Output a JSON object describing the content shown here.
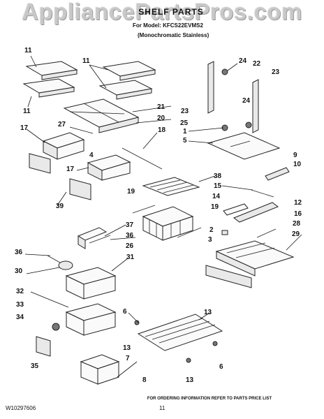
{
  "header": {
    "watermark": "AppliancePartsPros.com",
    "title": "SHELF PARTS",
    "model": "For Model: KFCS22EVMS2",
    "subtitle": "(Monochromatic Stainless)"
  },
  "callouts": {
    "c11a": "11",
    "c11b": "11",
    "c11c": "11",
    "c24a": "24",
    "c22": "22",
    "c23a": "23",
    "c21": "21",
    "c27": "27",
    "c20": "20",
    "c17a": "17",
    "c18": "18",
    "c23b": "23",
    "c24b": "24",
    "c25": "25",
    "c1": "1",
    "c5": "5",
    "c4": "4",
    "c9": "9",
    "c10": "10",
    "c17b": "17",
    "c38": "38",
    "c39": "39",
    "c15": "15",
    "c19a": "19",
    "c14": "14",
    "c12": "12",
    "c19b": "19",
    "c16": "16",
    "c37": "37",
    "c28": "28",
    "c2": "2",
    "c36a": "36",
    "c3": "3",
    "c29": "29",
    "c26": "26",
    "c36b": "36",
    "c30": "30",
    "c31": "31",
    "c32": "32",
    "c6a": "6",
    "c13a": "13",
    "c33": "33",
    "c34": "34",
    "c13b": "13",
    "c7": "7",
    "c6b": "6",
    "c35": "35",
    "c13c": "13",
    "c8": "8"
  },
  "footer": {
    "note": "FOR ORDERING INFORMATION REFER TO PARTS PRICE LIST",
    "doc_number": "W10297606",
    "page": "11"
  }
}
